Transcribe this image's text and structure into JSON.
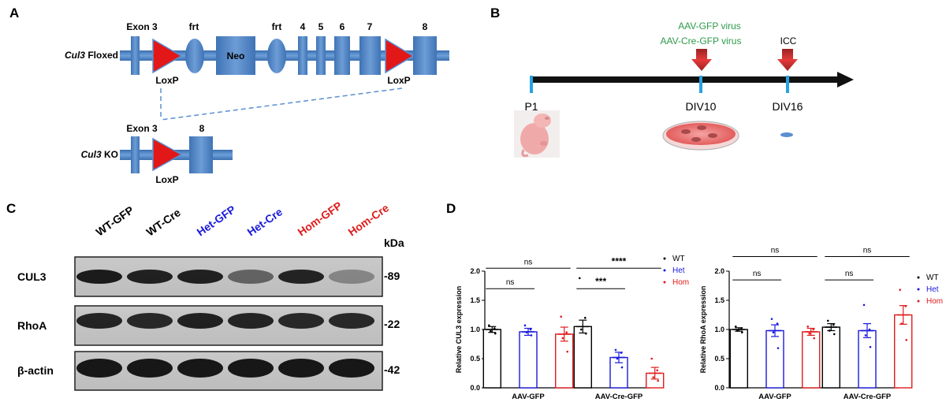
{
  "panels": {
    "a": "A",
    "b": "B",
    "c": "C",
    "d": "D"
  },
  "panel_a": {
    "floxed_gene": "Cul3",
    "floxed_suffix": " Floxed",
    "ko_gene": "Cul3",
    "ko_suffix": " KO",
    "exon3": "Exon 3",
    "frt": "frt",
    "neo": "Neo",
    "exon4": "4",
    "exon5": "5",
    "exon6": "6",
    "exon7": "7",
    "exon8": "8",
    "loxp": "LoxP"
  },
  "panel_b": {
    "virus1": "AAV-GFP virus",
    "virus2": "AAV-Cre-GFP virus",
    "icc": "ICC",
    "p1": "P1",
    "div10": "DIV10",
    "div16": "DIV16"
  },
  "panel_c": {
    "lanes": [
      {
        "label": "WT-GFP",
        "color": "#000000"
      },
      {
        "label": "WT-Cre",
        "color": "#000000"
      },
      {
        "label": "Het-GFP",
        "color": "#1a1adb"
      },
      {
        "label": "Het-Cre",
        "color": "#1a1adb"
      },
      {
        "label": "Hom-GFP",
        "color": "#e01b1b"
      },
      {
        "label": "Hom-Cre",
        "color": "#e01b1b"
      }
    ],
    "kda": "kDa",
    "rows": [
      {
        "label": "CUL3",
        "kda": "-89"
      },
      {
        "label": "RhoA",
        "kda": "-22"
      },
      {
        "label": "β-actin",
        "kda": "-42"
      }
    ]
  },
  "chart_data": [
    {
      "type": "bar",
      "categories": [
        "AAV-GFP",
        "AAV-Cre-GFP"
      ],
      "ylabel": "Relative CUL3 expression",
      "ylim": [
        0,
        2.0
      ],
      "yticks": [
        "0.0",
        "0.5",
        "1.0",
        "1.5",
        "2.0"
      ],
      "series": [
        {
          "name": "WT",
          "color": "#000000",
          "values": [
            1.0,
            1.05
          ],
          "err": [
            0.05,
            0.11
          ],
          "points": [
            [
              1.07,
              1.02,
              0.97,
              0.93
            ],
            [
              1.88,
              1.2,
              1.0,
              0.93
            ]
          ]
        },
        {
          "name": "Het",
          "color": "#1a1adb",
          "values": [
            0.96,
            0.52
          ],
          "err": [
            0.06,
            0.09
          ],
          "points": [
            [
              1.07,
              1.0,
              0.95,
              0.9
            ],
            [
              0.65,
              0.6,
              0.5,
              0.35
            ]
          ]
        },
        {
          "name": "Hom",
          "color": "#e01b1b",
          "values": [
            0.92,
            0.25
          ],
          "err": [
            0.12,
            0.1
          ],
          "points": [
            [
              1.22,
              0.95,
              0.85,
              0.62
            ],
            [
              0.5,
              0.3,
              0.18,
              0.12
            ]
          ]
        }
      ],
      "significance": [
        {
          "text": "ns",
          "cat": 0,
          "from": 0,
          "to": 2,
          "y": 2.05
        },
        {
          "text": "ns",
          "cat": 0,
          "from": 0,
          "to": 1,
          "y": 1.7
        },
        {
          "text": "****",
          "cat": 1,
          "from": 0,
          "to": 2,
          "y": 2.05
        },
        {
          "text": "***",
          "cat": 1,
          "from": 0,
          "to": 1,
          "y": 1.7
        }
      ],
      "legend": [
        "WT",
        "Het",
        "Hom"
      ],
      "legend_position": "top-right"
    },
    {
      "type": "bar",
      "categories": [
        "AAV-GFP",
        "AAV-Cre-GFP"
      ],
      "ylabel": "Relative RhoA expression",
      "ylim": [
        0,
        2.0
      ],
      "yticks": [
        "0.0",
        "0.5",
        "1.0",
        "1.5",
        "2.0"
      ],
      "series": [
        {
          "name": "WT",
          "color": "#000000",
          "values": [
            1.0,
            1.04
          ],
          "err": [
            0.03,
            0.06
          ],
          "points": [
            [
              1.05,
              1.02,
              0.98,
              0.95
            ],
            [
              1.15,
              1.08,
              0.98,
              0.92
            ]
          ]
        },
        {
          "name": "Het",
          "color": "#1a1adb",
          "values": [
            0.98,
            0.98
          ],
          "err": [
            0.1,
            0.12
          ],
          "points": [
            [
              1.18,
              1.1,
              0.95,
              0.68
            ],
            [
              1.42,
              1.0,
              0.9,
              0.7
            ]
          ]
        },
        {
          "name": "Hom",
          "color": "#e01b1b",
          "values": [
            0.96,
            1.25
          ],
          "err": [
            0.06,
            0.16
          ],
          "points": [
            [
              1.05,
              1.0,
              0.93,
              0.85
            ],
            [
              1.68,
              1.4,
              1.1,
              0.82
            ]
          ]
        }
      ],
      "significance": [
        {
          "text": "ns",
          "cat": 0,
          "from": 0,
          "to": 2,
          "y": 2.25
        },
        {
          "text": "ns",
          "cat": 0,
          "from": 0,
          "to": 1,
          "y": 1.85
        },
        {
          "text": "ns",
          "cat": 1,
          "from": 0,
          "to": 2,
          "y": 2.25
        },
        {
          "text": "ns",
          "cat": 1,
          "from": 0,
          "to": 1,
          "y": 1.85
        }
      ],
      "legend": [
        "WT",
        "Het",
        "Hom"
      ],
      "legend_position": "top-right"
    }
  ]
}
